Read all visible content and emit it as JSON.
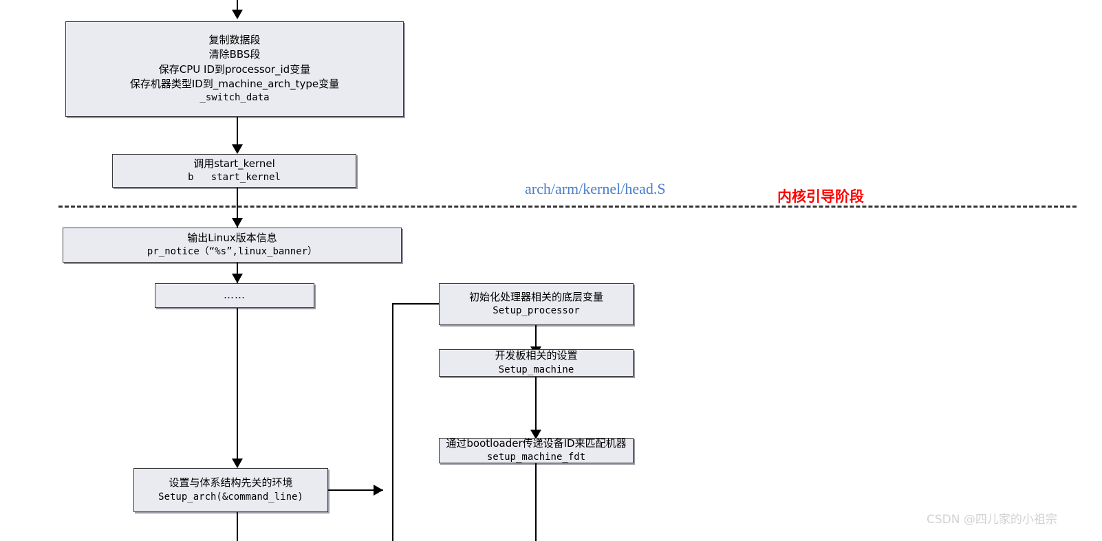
{
  "diagram": {
    "title": "Linux ARM kernel boot flow",
    "colors": {
      "node_fill": "#eaeaf1",
      "node_border": "#3a3a3a",
      "connector": "#000000",
      "file_label": "#4a7ecb",
      "phase_label": "#ff0000",
      "watermark": "#d2d2d2"
    },
    "nodes": [
      {
        "id": "copy-data-segment",
        "lines": [
          "复制数据段",
          "清除BBS段",
          "保存CPU ID到processor_id变量",
          "保存机器类型ID到_machine_arch_type变量",
          "_switch_data"
        ]
      },
      {
        "id": "call-start-kernel",
        "lines": [
          "调用start_kernel",
          "b   start_kernel"
        ]
      },
      {
        "id": "print-linux-version",
        "lines": [
          "输出Linux版本信息",
          "pr_notice（“%s”,linux_banner）"
        ]
      },
      {
        "id": "ellipsis",
        "lines": [
          "……"
        ]
      },
      {
        "id": "setup-processor",
        "lines": [
          "初始化处理器相关的底层变量",
          "Setup_processor"
        ]
      },
      {
        "id": "setup-machine",
        "lines": [
          "开发板相关的设置",
          "Setup_machine"
        ]
      },
      {
        "id": "setup-machine-fdt",
        "lines": [
          "通过bootloader传递设备ID来匹配机器",
          "setup_machine_fdt"
        ]
      },
      {
        "id": "setup-arch",
        "lines": [
          "设置与体系结构先关的环境",
          "Setup_arch(&command_line)"
        ]
      }
    ],
    "annotations": {
      "source_file": "arch/arm/kernel/head.S",
      "phase": "内核引导阶段"
    },
    "watermark": "CSDN @四儿家的小祖宗"
  }
}
